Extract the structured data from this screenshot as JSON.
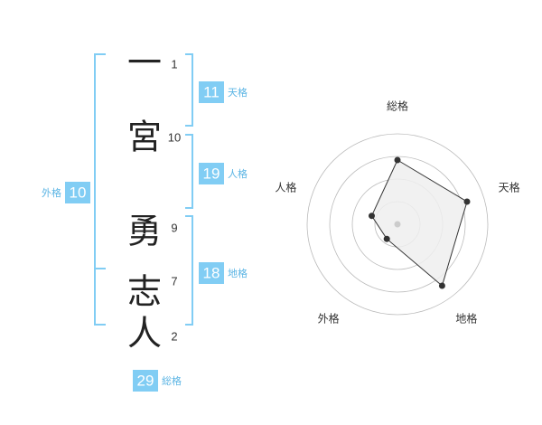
{
  "colors": {
    "accent": "#81cdf4",
    "accent_text": "#5ab4e4",
    "radar_fill": "#eeeeee",
    "radar_ring": "#bbbbbb",
    "point": "#333333",
    "kanji": "#222222"
  },
  "name": {
    "characters": [
      {
        "char": "一",
        "strokes": "1"
      },
      {
        "char": "宮",
        "strokes": "10"
      },
      {
        "char": "勇",
        "strokes": "9"
      },
      {
        "char": "志",
        "strokes": "7"
      },
      {
        "char": "人",
        "strokes": "2"
      }
    ]
  },
  "kakusu": {
    "tenkaku": {
      "value": "11",
      "label": "天格"
    },
    "jinkaku": {
      "value": "19",
      "label": "人格"
    },
    "chikaku": {
      "value": "18",
      "label": "地格"
    },
    "gaikaku": {
      "value": "10",
      "label": "外格"
    },
    "soukaku": {
      "value": "29",
      "label": "総格"
    }
  },
  "chart_data": {
    "type": "radar",
    "axes": [
      "総格",
      "天格",
      "地格",
      "外格",
      "人格"
    ],
    "values": [
      0.71,
      0.81,
      0.84,
      0.2,
      0.3
    ],
    "max": 1,
    "rings": 4
  }
}
